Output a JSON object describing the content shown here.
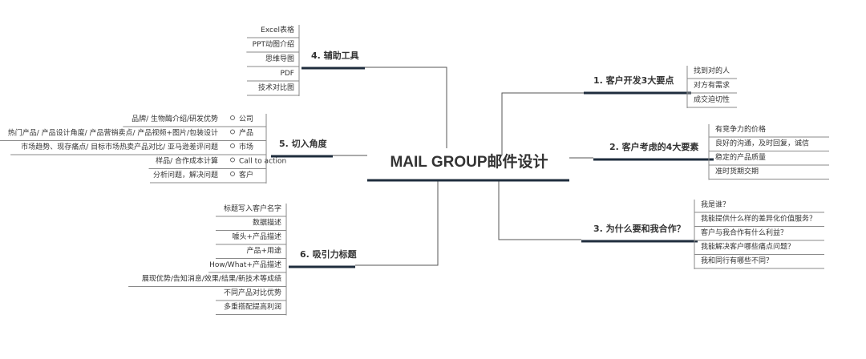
{
  "center": {
    "title": "MAIL GROUP邮件设计"
  },
  "branches": [
    {
      "id": "b1",
      "title": "1. 客户开发3大要点",
      "side": "right",
      "items": [
        "找到对的人",
        "对方有需求",
        "成交迫切性"
      ]
    },
    {
      "id": "b2",
      "title": "2. 客户考虑的4大要素",
      "side": "right",
      "items": [
        "有竞争力的价格",
        "良好的沟通，及时回复，诚信",
        "稳定的产品质量",
        "准时货期交期"
      ]
    },
    {
      "id": "b3",
      "title": "3. 为什么要和我合作？",
      "side": "right",
      "items": [
        "我是谁？",
        "我能提供什么样的差异化价值服务？",
        "客户与我合作有什么利益？",
        "我能解决客户哪些痛点问题？",
        "我和同行有哪些不同？"
      ]
    },
    {
      "id": "b4",
      "title": "4. 辅助工具",
      "side": "left",
      "items": [
        "Excel表格",
        "PPT动图介绍",
        "思维导图",
        "PDF",
        "技术对比图"
      ]
    },
    {
      "id": "b5",
      "title": "5. 切入角度",
      "side": "left",
      "items": [
        {
          "label": "公司",
          "detail": "品牌/ 生物酶介绍/研发优势"
        },
        {
          "label": "产品",
          "detail": "热门产品/ 产品设计角度/ 产品营销卖点/ 产品视频+图片/包装设计"
        },
        {
          "label": "市场",
          "detail": "市场趋势、现存痛点/ 目标市场热卖产品对比/ 亚马逊差评问题"
        },
        {
          "label": "Call to action",
          "detail": "样品/ 合作成本计算"
        },
        {
          "label": "客户",
          "detail": "分析问题，解决问题"
        }
      ]
    },
    {
      "id": "b6",
      "title": "6. 吸引力标题",
      "side": "left",
      "items": [
        "标题写入客户名字",
        "数据描述",
        "噱头+产品描述",
        "产品+用途",
        "How/What+产品描述",
        "展现优势/告知消息/效果/结果/新技术等成绩",
        "不同产品对比优势",
        "多重搭配提高利润"
      ]
    }
  ],
  "colors": {
    "line": "#555555",
    "node_border": "#8a8a8a",
    "underline": "#1f2d3d",
    "text": "#333333",
    "background": "#ffffff"
  }
}
